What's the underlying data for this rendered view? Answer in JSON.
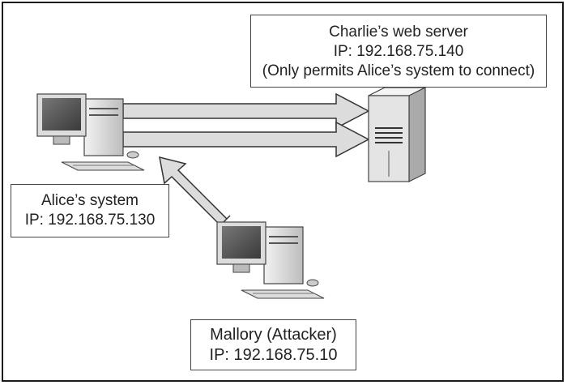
{
  "server": {
    "name": "Charlie’s web server",
    "ip": "IP: 192.168.75.140",
    "note": "(Only permits Alice’s system to connect)"
  },
  "alice": {
    "name": "Alice’s system",
    "ip": "IP: 192.168.75.130"
  },
  "mallory": {
    "name": "Mallory (Attacker)",
    "ip": "IP: 192.168.75.10"
  },
  "icons": [
    "desktop-computer-icon",
    "server-tower-icon"
  ],
  "colors": {
    "arrow_fill": "#dcdcdc",
    "arrow_stroke": "#333333",
    "monitor_screen": "#555555",
    "case": "#e8e8e8"
  }
}
